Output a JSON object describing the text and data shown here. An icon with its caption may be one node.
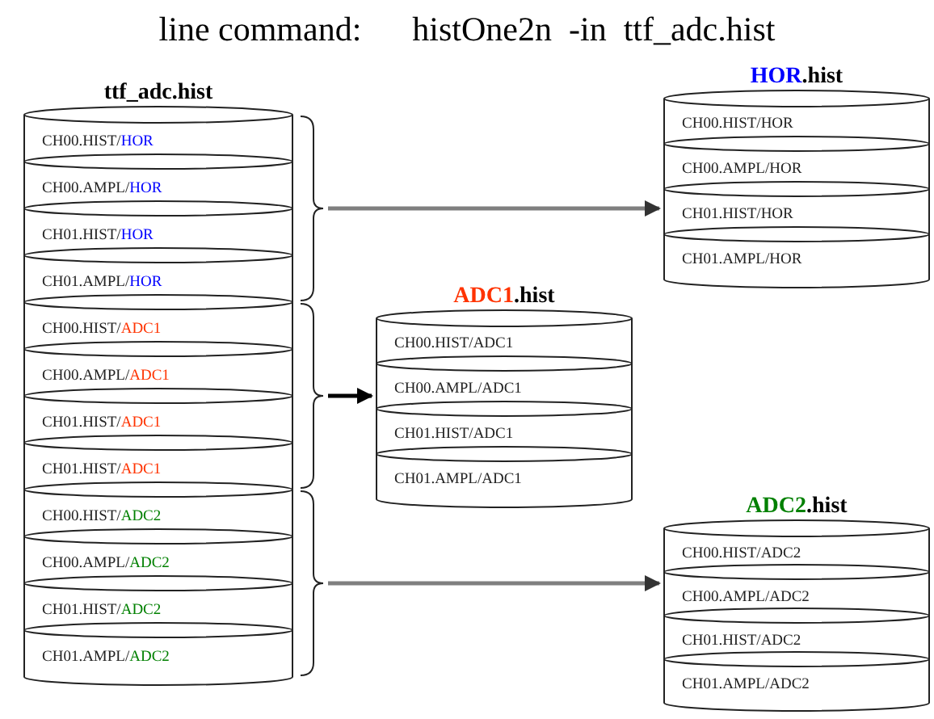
{
  "diagram": {
    "title": "line command:      histOne2n  -in  ttf_adc.hist",
    "nodes": [
      {
        "text": [
          "ttf_adc.hist"
        ]
      },
      {
        "text": [
          "CH00.HIST/HOR"
        ],
        "in": 0
      },
      {
        "text": [
          "CH00.AMPL/HOR"
        ],
        "in": 0
      },
      {
        "text": [
          "CH01.HIST/HOR"
        ],
        "in": 0
      },
      {
        "text": [
          "CH01.AMPL/HOR"
        ],
        "in": 0
      },
      {
        "text": [
          "CH00.HIST/ADC1"
        ],
        "in": 0
      },
      {
        "text": [
          "CH00.AMPL/ADC1"
        ],
        "in": 0
      },
      {
        "text": [
          "CH01.HIST/ADC1"
        ],
        "in": 0
      },
      {
        "text": [
          "CH01.HIST/ADC1"
        ],
        "in": 0
      },
      {
        "text": [
          "CH00.HIST/ADC2"
        ],
        "in": 0
      },
      {
        "text": [
          "CH00.AMPL/ADC2"
        ],
        "in": 0
      },
      {
        "text": [
          "CH01.HIST/ADC2"
        ],
        "in": 0
      },
      {
        "text": [
          "CH01.AMPL/ADC2"
        ],
        "in": 0
      },
      {
        "text": [
          "HOR.hist"
        ]
      },
      {
        "text": [
          "CH00.HIST/HOR"
        ],
        "in": 13
      },
      {
        "text": [
          "CH00.AMPL/HOR"
        ],
        "in": 13
      },
      {
        "text": [
          "CH01.HIST/HOR"
        ],
        "in": 13
      },
      {
        "text": [
          "CH01.AMPL/HOR"
        ],
        "in": 13
      },
      {
        "text": [
          "ADC1.hist"
        ]
      },
      {
        "text": [
          "CH00.HIST/ADC1"
        ],
        "in": 18
      },
      {
        "text": [
          "CH00.AMPL/ADC1"
        ],
        "in": 18
      },
      {
        "text": [
          "CH01.HIST/ADC1"
        ],
        "in": 18
      },
      {
        "text": [
          "CH01.AMPL/ADC1"
        ],
        "in": 18
      },
      {
        "text": [
          "ADC2.hist"
        ]
      },
      {
        "text": [
          "CH00.HIST/ADC2"
        ],
        "in": 23
      },
      {
        "text": [
          "CH00.AMPL/ADC2"
        ],
        "in": 23
      },
      {
        "text": [
          "CH01.HIST/ADC2"
        ],
        "in": 23
      },
      {
        "text": [
          "CH01.AMPL/ADC2"
        ],
        "in": 23
      },
      {
        "text": [],
        "shape": "brace"
      },
      {
        "text": [],
        "shape": "brace"
      },
      {
        "text": [],
        "shape": "brace"
      }
    ],
    "edges": [
      {
        "from": 28,
        "to": 13,
        "arrow": "to"
      },
      {
        "from": 29,
        "to": 18,
        "arrow": "to",
        "color": "#000000"
      },
      {
        "from": 30,
        "to": 23,
        "arrow": "to"
      }
    ]
  }
}
